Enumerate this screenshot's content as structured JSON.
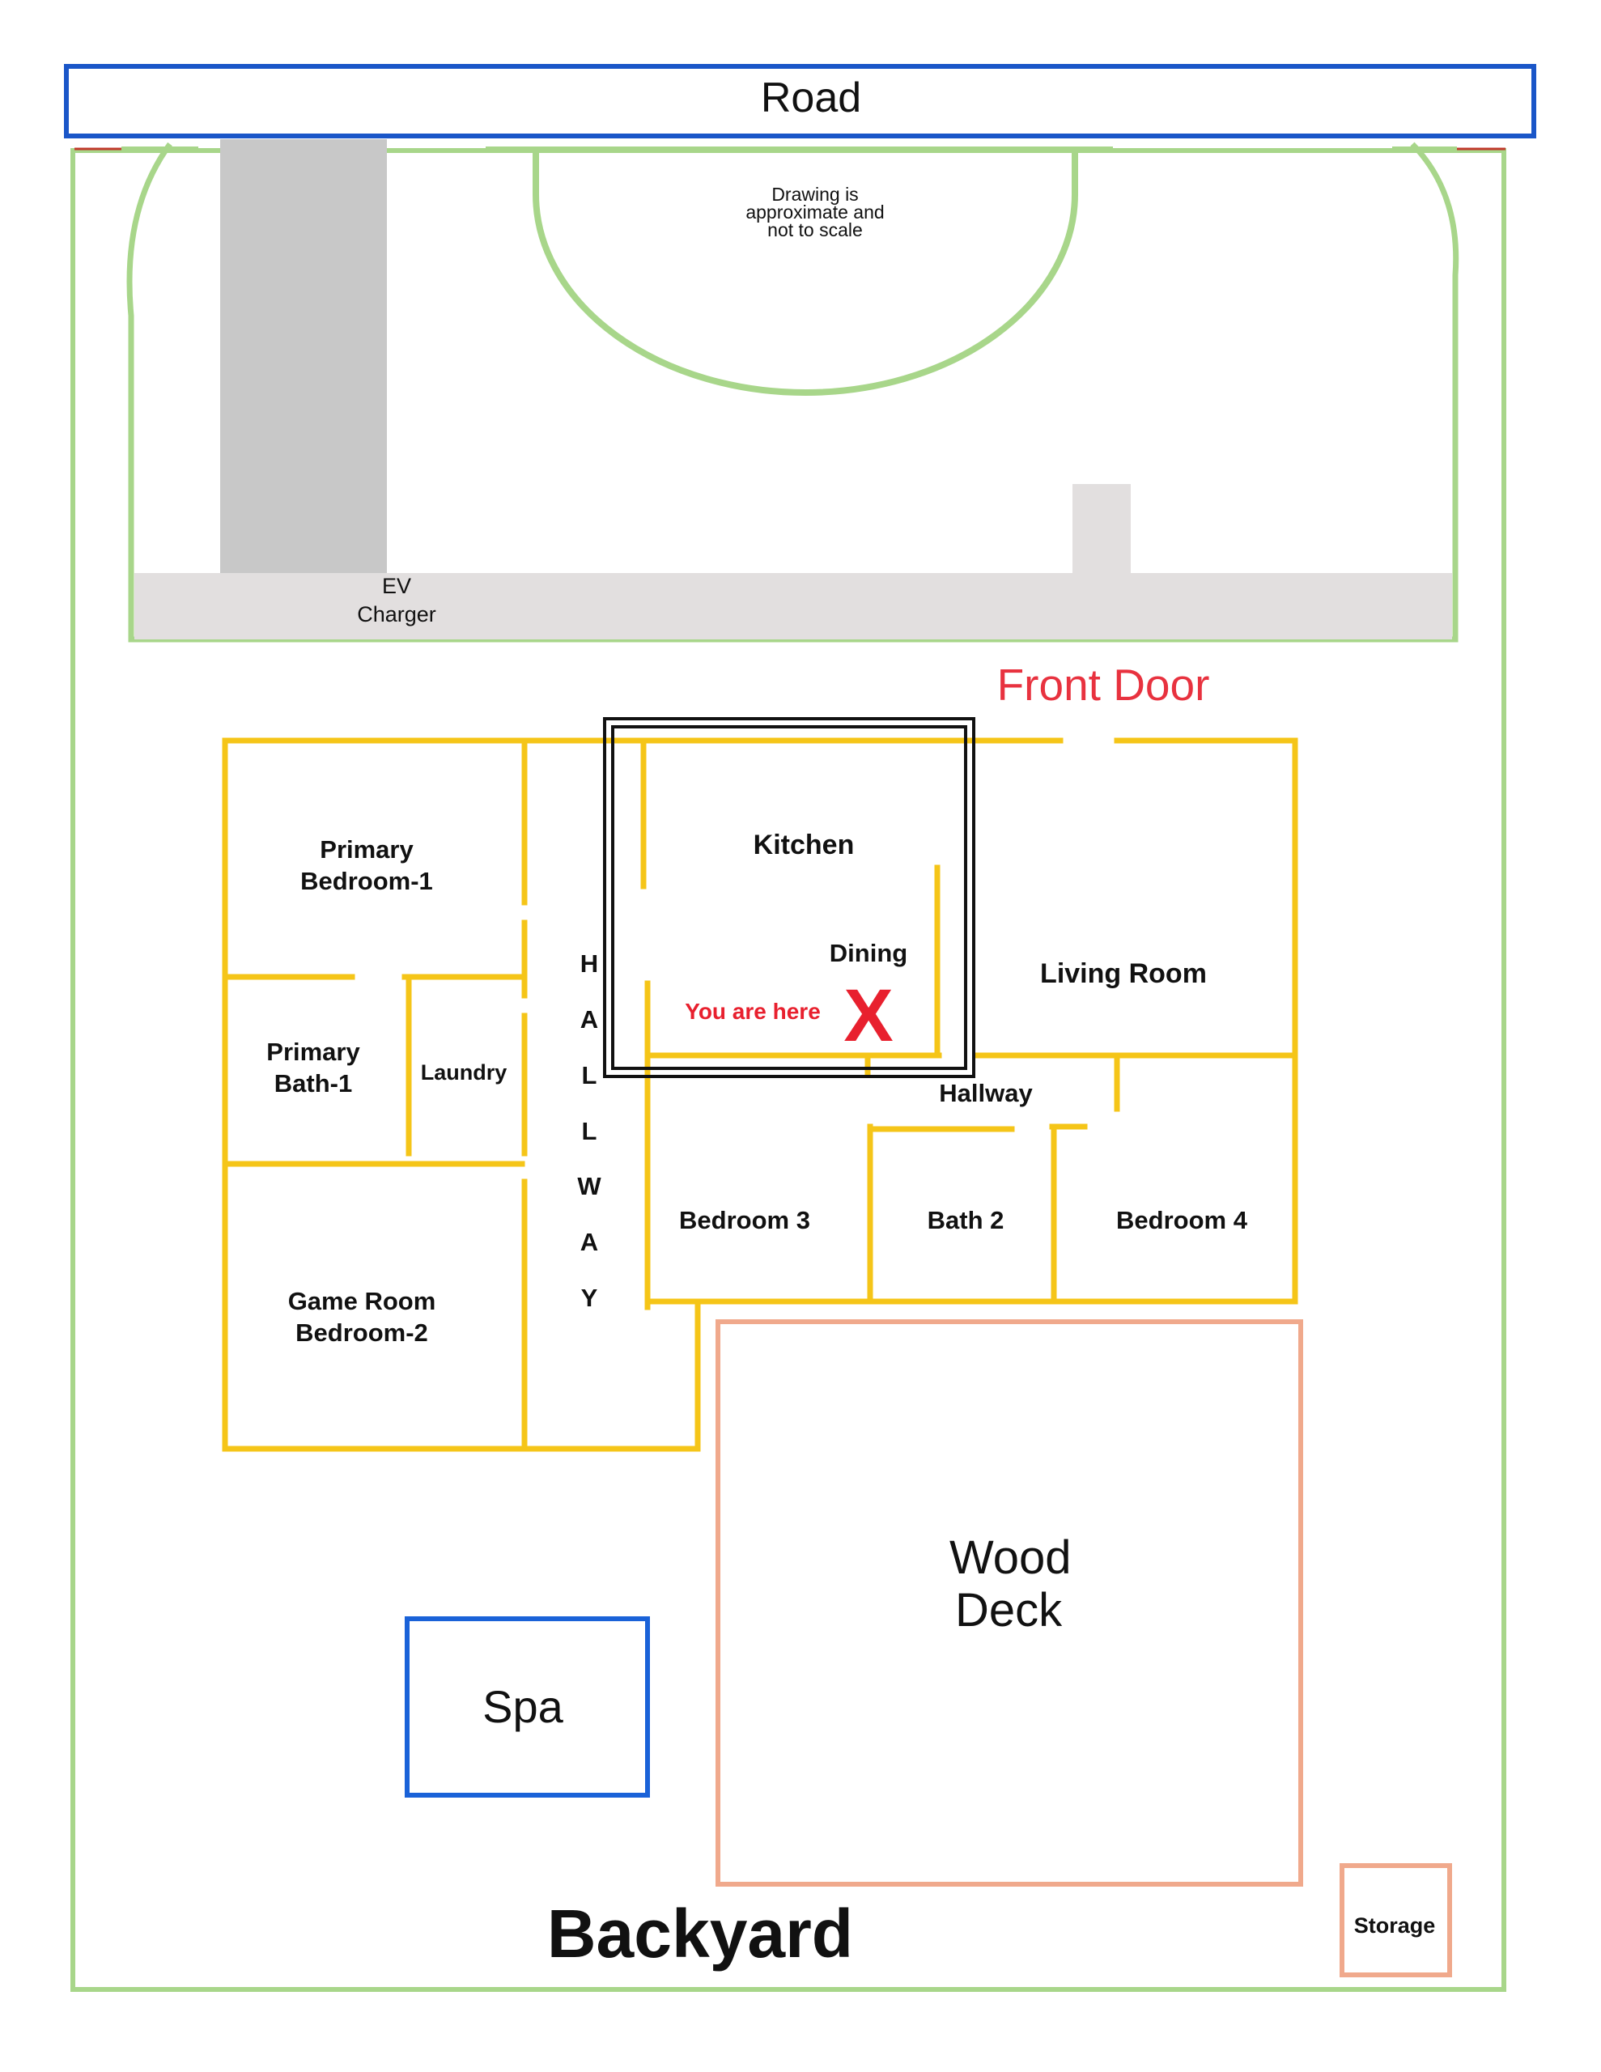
{
  "road": {
    "label": "Road"
  },
  "note": {
    "lines": [
      "Drawing is",
      "approximate and",
      "not to scale"
    ]
  },
  "driveway": {
    "ev_label_line1": "EV",
    "ev_label_line2": "Charger"
  },
  "front_door": {
    "label": "Front Door"
  },
  "rooms": {
    "primary_bedroom": {
      "line1": "Primary",
      "line2": "Bedroom-1"
    },
    "primary_bath": {
      "line1": "Primary",
      "line2": "Bath-1"
    },
    "laundry": {
      "label": "Laundry"
    },
    "game_room": {
      "line1": "Game Room",
      "line2": "Bedroom-2"
    },
    "kitchen": {
      "label": "Kitchen"
    },
    "dining": {
      "label": "Dining"
    },
    "living_room": {
      "label": "Living Room"
    },
    "hallway": {
      "label": "Hallway"
    },
    "bedroom3": {
      "label": "Bedroom 3"
    },
    "bath2": {
      "label": "Bath 2"
    },
    "bedroom4": {
      "label": "Bedroom 4"
    }
  },
  "hallway_vertical": {
    "letters": [
      "H",
      "A",
      "L",
      "L",
      "W",
      "A",
      "Y"
    ]
  },
  "marker": {
    "text": "You are here",
    "symbol": "X"
  },
  "outdoor": {
    "wood_deck_line1": "Wood",
    "wood_deck_line2": "Deck",
    "spa": "Spa",
    "backyard": "Backyard",
    "storage": "Storage"
  },
  "colors": {
    "road_border": "#1a56c8",
    "lawn": "#a8d68a",
    "driveway": "#e2dfdf",
    "garage_strip": "#c8c8c8",
    "walls": "#f5c518",
    "deck": "#f0a98c",
    "marker_red": "#e8202e",
    "front_door_red": "#e8323f",
    "spa_border": "#1a62d8"
  }
}
